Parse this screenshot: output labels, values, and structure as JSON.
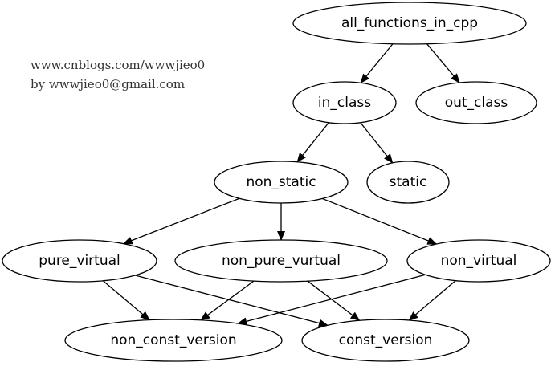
{
  "watermark": {
    "line1": "www.cnblogs.com/wwwjieo0",
    "line2": "by wwwjieo0@gmail.com"
  },
  "nodes": [
    {
      "id": "all_functions_in_cpp",
      "label": "all_functions_in_cpp"
    },
    {
      "id": "in_class",
      "label": "in_class"
    },
    {
      "id": "out_class",
      "label": "out_class"
    },
    {
      "id": "non_static",
      "label": "non_static"
    },
    {
      "id": "static",
      "label": "static"
    },
    {
      "id": "pure_virtual",
      "label": "pure_virtual"
    },
    {
      "id": "non_pure_vurtual",
      "label": "non_pure_vurtual"
    },
    {
      "id": "non_virtual",
      "label": "non_virtual"
    },
    {
      "id": "non_const_version",
      "label": "non_const_version"
    },
    {
      "id": "const_version",
      "label": "const_version"
    }
  ],
  "edges": [
    {
      "from": "all_functions_in_cpp",
      "to": "in_class"
    },
    {
      "from": "all_functions_in_cpp",
      "to": "out_class"
    },
    {
      "from": "in_class",
      "to": "non_static"
    },
    {
      "from": "in_class",
      "to": "static"
    },
    {
      "from": "non_static",
      "to": "pure_virtual"
    },
    {
      "from": "non_static",
      "to": "non_pure_vurtual"
    },
    {
      "from": "non_static",
      "to": "non_virtual"
    },
    {
      "from": "pure_virtual",
      "to": "non_const_version"
    },
    {
      "from": "pure_virtual",
      "to": "const_version"
    },
    {
      "from": "non_pure_vurtual",
      "to": "non_const_version"
    },
    {
      "from": "non_pure_vurtual",
      "to": "const_version"
    },
    {
      "from": "non_virtual",
      "to": "non_const_version"
    },
    {
      "from": "non_virtual",
      "to": "const_version"
    }
  ]
}
